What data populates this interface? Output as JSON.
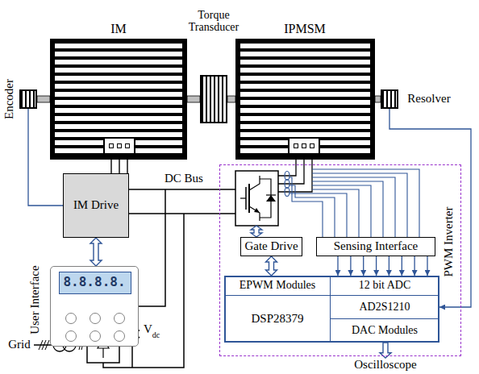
{
  "diagram": {
    "nodes": [
      {
        "text": [
          "Encoder"
        ]
      },
      {
        "text": [
          "IM"
        ]
      },
      {
        "text": [
          "Torque Transducer"
        ]
      },
      {
        "text": [
          "IPMSM"
        ]
      },
      {
        "text": [
          "Resolver"
        ]
      },
      {
        "text": [
          "IM Drive"
        ]
      },
      {
        "text": [
          "User Interface",
          "8.8.8.8."
        ]
      },
      {
        "text": [
          "PWM Inverter"
        ]
      },
      {
        "text": [
          "Gate Drive"
        ],
        "in": 7
      },
      {
        "text": [
          "Sensing Interface"
        ],
        "in": 7
      },
      {
        "text": [
          "DSP28379"
        ],
        "in": 7
      },
      {
        "text": [
          "EPWM Modules"
        ],
        "in": 10
      },
      {
        "text": [
          "12 bit ADC"
        ],
        "in": 10
      },
      {
        "text": [
          "AD2S1210"
        ],
        "in": 10
      },
      {
        "text": [
          "DAC Modules"
        ],
        "in": 10
      },
      {
        "text": [
          "Oscilloscope"
        ]
      }
    ],
    "edges": [
      {
        "from": 0,
        "to": 1,
        "arrow": "none"
      },
      {
        "from": 1,
        "to": 2,
        "arrow": "none"
      },
      {
        "from": 2,
        "to": 3,
        "arrow": "none"
      },
      {
        "from": 3,
        "to": 4,
        "arrow": "none"
      },
      {
        "from": 0,
        "to": 5,
        "arrow": "none"
      },
      {
        "from": 1,
        "to": 5,
        "arrow": "none"
      },
      {
        "from": 5,
        "to": 6,
        "arrow": "both"
      },
      {
        "from": 8,
        "to": 10,
        "arrow": "both"
      },
      {
        "from": 9,
        "to": 12,
        "arrow": "to"
      },
      {
        "from": 4,
        "to": 13,
        "arrow": "to"
      },
      {
        "from": 10,
        "to": 15,
        "arrow": "to"
      }
    ],
    "labels": [
      "DC Bus",
      "Grid",
      "V",
      "dc"
    ]
  }
}
